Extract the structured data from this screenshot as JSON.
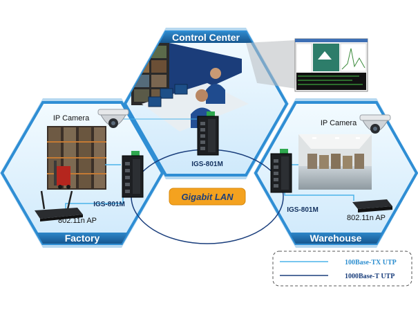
{
  "zones": {
    "control_center": "Control Center",
    "factory": "Factory",
    "warehouse": "Warehouse"
  },
  "devices": {
    "switch_center": "IGS-801M",
    "switch_factory": "IGS-801M",
    "switch_warehouse": "IGS-801M",
    "ap_factory": "802.11n AP",
    "ap_warehouse": "802.11n AP",
    "camera_factory": "IP Camera",
    "camera_warehouse": "IP Camera"
  },
  "network": {
    "label": "Gigabit LAN"
  },
  "legend": {
    "items": [
      {
        "label": "100Base-TX UTP",
        "color": "#4ab3ea"
      },
      {
        "label": "1000Base-T UTP",
        "color": "#1a3e7c"
      }
    ]
  },
  "colors": {
    "hex_fill": "#dff1fd",
    "hex_border": "#2f8ed4",
    "hex_border_dark": "#1f5f9f",
    "label_band": "#1c6fb0",
    "lan_badge": "#f4a21f"
  }
}
